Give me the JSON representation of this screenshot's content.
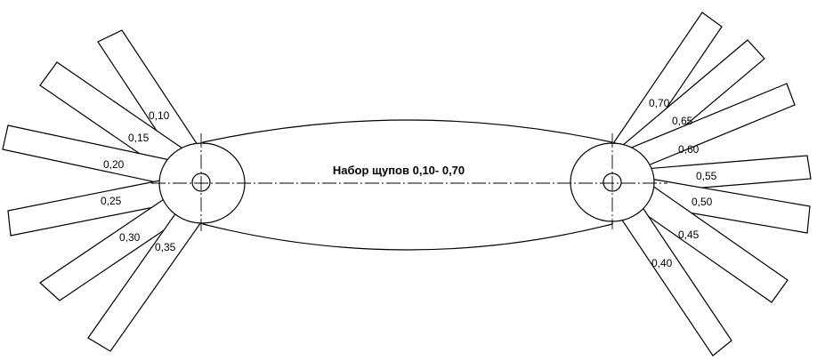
{
  "title": "Набор щупов 0,10- 0,70",
  "left_blades": [
    "0,10",
    "0,15",
    "0,20",
    "0,25",
    "0,30",
    "0,35"
  ],
  "right_blades": [
    "0,70",
    "0,65",
    "0,60",
    "0,55",
    "0,50",
    "0,45",
    "0,40"
  ],
  "colors": {
    "line": "#000000",
    "background": "#ffffff"
  }
}
